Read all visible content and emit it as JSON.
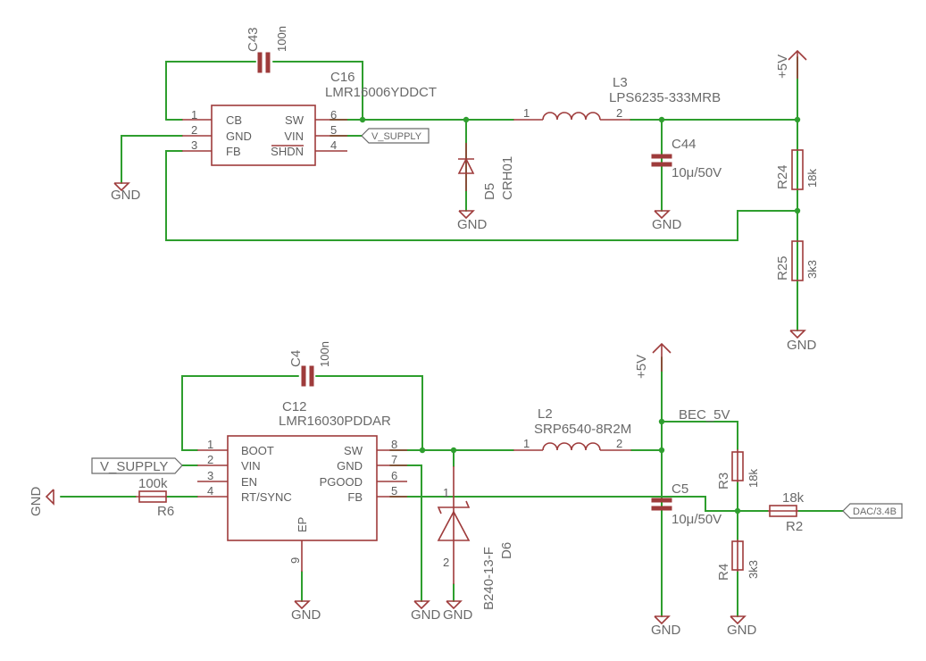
{
  "top": {
    "ic_ref": "C16",
    "ic_value": "LMR16006YDDCT",
    "ic_pins_left": [
      "CB",
      "GND",
      "FB"
    ],
    "ic_pins_right": [
      "SW",
      "VIN",
      "SHDN"
    ],
    "pin_nums": [
      "1",
      "2",
      "3",
      "6",
      "5",
      "4"
    ],
    "cap_ref": "C43",
    "cap_value": "100n",
    "inductor_ref": "L3",
    "inductor_value": "LPS6235-333MRB",
    "inductor_pin1": "1",
    "inductor_pin2": "2",
    "out_cap_ref": "C44",
    "out_cap_value": "10μ/50V",
    "diode_ref": "D5",
    "diode_value": "CRH01",
    "r_top_ref": "R24",
    "r_top_value": "18k",
    "r_bot_ref": "R25",
    "r_bot_value": "3k3",
    "supply_label": "+5V",
    "vsupply_label": "V_SUPPLY",
    "gnd": "GND"
  },
  "bottom": {
    "ic_ref": "C12",
    "ic_value": "LMR16030PDDAR",
    "ic_pins_left": [
      "BOOT",
      "VIN",
      "EN",
      "RT/SYNC"
    ],
    "ic_pins_right": [
      "SW",
      "GND",
      "PGOOD",
      "FB"
    ],
    "ic_pad": "EP",
    "pin_nums_left": [
      "1",
      "2",
      "3",
      "4"
    ],
    "pin_nums_right": [
      "8",
      "7",
      "6",
      "5"
    ],
    "pin_num_bottom": "9",
    "cap_ref": "C4",
    "cap_value": "100n",
    "inductor_ref": "L2",
    "inductor_value": "SRP6540-8R2M",
    "inductor_pin1": "1",
    "inductor_pin2": "2",
    "out_cap_ref": "C5",
    "out_cap_value": "10μ/50V",
    "diode_ref": "D6",
    "diode_value": "B240-13-F",
    "diode_pin1": "1",
    "diode_pin2": "2",
    "r6_ref": "R6",
    "r6_value": "100k",
    "r3_ref": "R3",
    "r3_value": "18k",
    "r4_ref": "R4",
    "r4_value": "3k3",
    "r2_ref": "R2",
    "r2_value": "18k",
    "net_label": "BEC_5V",
    "supply_label": "+5V",
    "vsupply_label": "V_SUPPLY",
    "dac_label": "DAC/3.4B",
    "gnd": "GND"
  }
}
